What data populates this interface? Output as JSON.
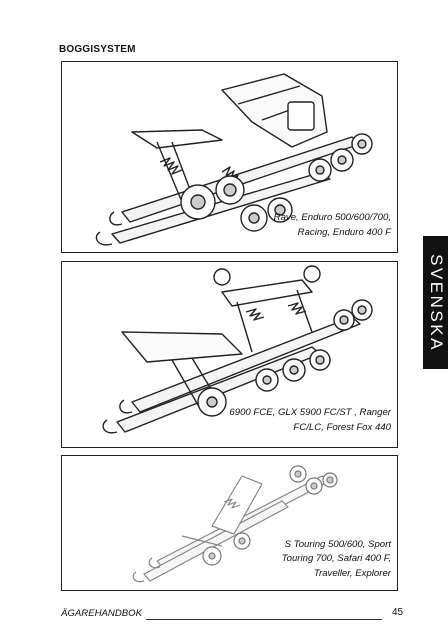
{
  "header": {
    "section_title": "BOGGISYSTEM"
  },
  "panels": [
    {
      "caption": [
        "Rave, Enduro 500/600/700,",
        "Racing, Enduro 400 F"
      ]
    },
    {
      "caption": [
        "6900 FCE,  GLX 5900 FC/ST , Ranger",
        "FC/LC,  Forest Fox 440"
      ]
    },
    {
      "caption": [
        "S Touring 500/600, Sport",
        "Touring 700, Safari 400 F,",
        "Traveller, Explorer"
      ]
    }
  ],
  "side_tab": {
    "label": "SVENSKA",
    "color": "#111111"
  },
  "footer": {
    "left_label": "ÄGAREHANDBOK",
    "page_number": "45"
  }
}
